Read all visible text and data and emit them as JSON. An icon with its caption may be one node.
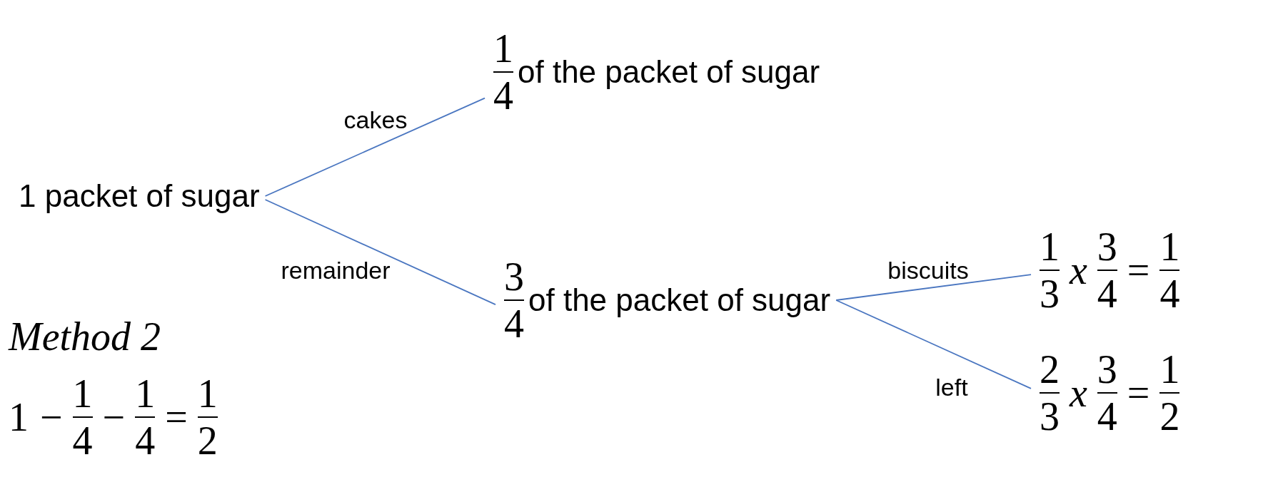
{
  "diagram": {
    "nodes": [
      {
        "text": [
          "1 packet of sugar"
        ]
      },
      {
        "text": [
          "1",
          "4",
          "of the packet of sugar"
        ]
      },
      {
        "text": [
          "3",
          "4",
          "of the packet of sugar"
        ]
      },
      {
        "text": [
          "1",
          "3",
          "x",
          "3",
          "4",
          "=",
          "1",
          "4"
        ]
      },
      {
        "text": [
          "2",
          "3",
          "x",
          "3",
          "4",
          "=",
          "1",
          "2"
        ]
      }
    ],
    "edges": [
      {
        "from": 0,
        "to": 1,
        "arrow": "none",
        "label": "cakes"
      },
      {
        "from": 0,
        "to": 2,
        "arrow": "none",
        "label": "remainder"
      },
      {
        "from": 2,
        "to": 3,
        "arrow": "none",
        "label": "biscuits"
      },
      {
        "from": 2,
        "to": 4,
        "arrow": "none",
        "label": "left"
      }
    ],
    "labels": [
      "Method 2",
      "1",
      "−",
      "1",
      "4",
      "−",
      "1",
      "4",
      "=",
      "1",
      "2"
    ]
  }
}
